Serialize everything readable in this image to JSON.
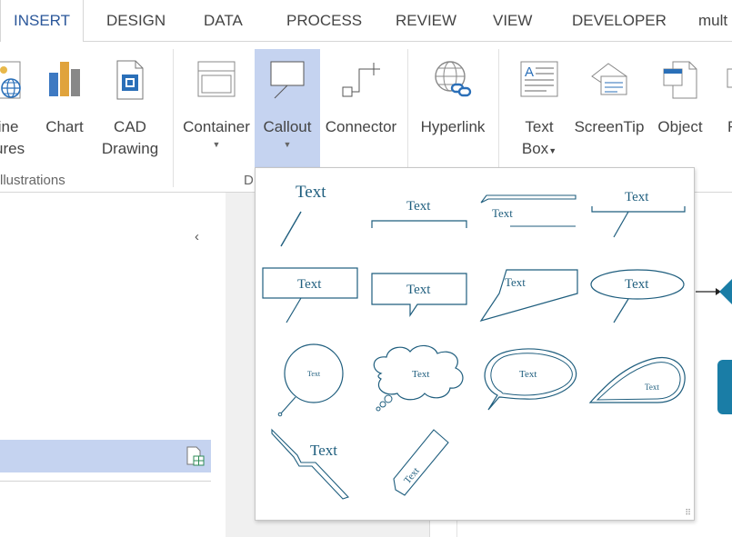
{
  "tabs": [
    {
      "label": "INSERT",
      "active": true
    },
    {
      "label": "DESIGN"
    },
    {
      "label": "DATA"
    },
    {
      "label": "PROCESS"
    },
    {
      "label": "REVIEW"
    },
    {
      "label": "VIEW"
    },
    {
      "label": "DEVELOPER"
    },
    {
      "label": "mult"
    }
  ],
  "ribbon": {
    "online_pictures": {
      "line1": "line",
      "line2": "ures"
    },
    "chart": {
      "label": "Chart"
    },
    "cad_drawing": {
      "line1": "CAD",
      "line2": "Drawing"
    },
    "container": {
      "label": "Container"
    },
    "callout": {
      "label": "Callout"
    },
    "connector": {
      "label": "Connector"
    },
    "hyperlink": {
      "label": "Hyperlink"
    },
    "text_box": {
      "line1": "Text",
      "line2": "Box"
    },
    "screentip": {
      "label": "ScreenTip"
    },
    "object": {
      "label": "Object"
    },
    "partial": {
      "label": "F"
    },
    "groups": {
      "illustrations": "llustrations",
      "diagram_parts": "D"
    }
  },
  "gallery": {
    "callout_text": "Text",
    "items": [
      "callout-oval-line",
      "callout-bracket",
      "callout-underline-angled",
      "callout-bracket-line",
      "callout-rectangle",
      "callout-speech-rect",
      "callout-angled-box",
      "callout-ellipse",
      "callout-circle",
      "callout-thought-cloud",
      "callout-speech-oval",
      "callout-teardrop",
      "callout-banner-zigzag",
      "callout-tag-diagonal"
    ]
  },
  "colors": {
    "accent": "#2b579a",
    "selected": "#c5d3f0",
    "callout_stroke": "#1f5e7e",
    "shape_fill": "#1a7da6"
  }
}
